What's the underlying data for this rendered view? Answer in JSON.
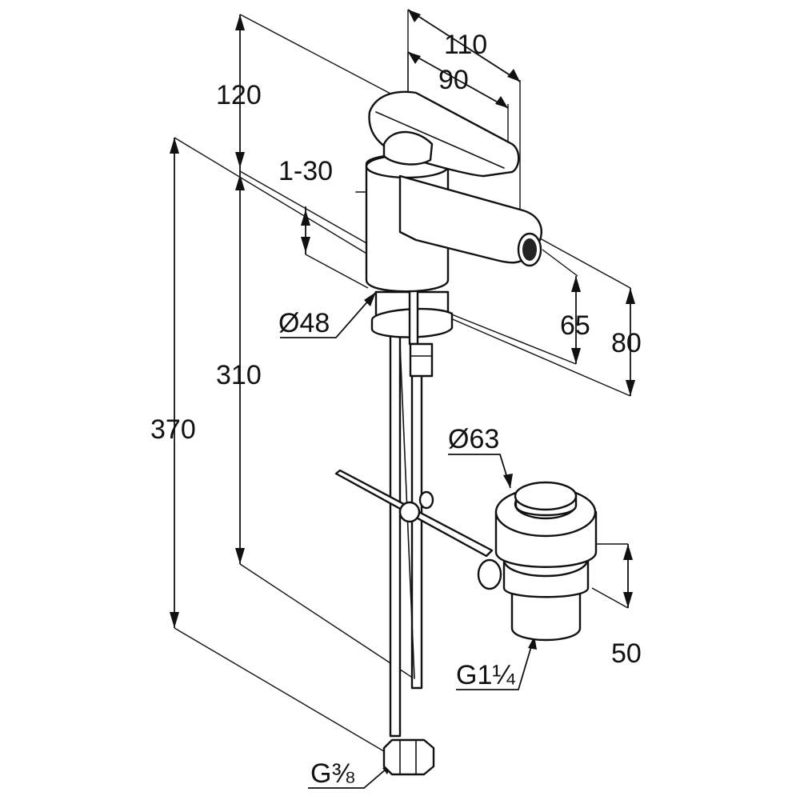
{
  "diagram": {
    "dimensions": {
      "height_top": "120",
      "depth_110": "110",
      "depth_90": "90",
      "adjust_range": "1-30",
      "body_diameter": "Ø48",
      "height_310": "310",
      "height_370": "370",
      "spout_65": "65",
      "spout_80": "80",
      "waste_diameter": "Ø63",
      "waste_height": "50",
      "waste_thread": "G1¼",
      "supply_thread": "G⅜"
    }
  }
}
